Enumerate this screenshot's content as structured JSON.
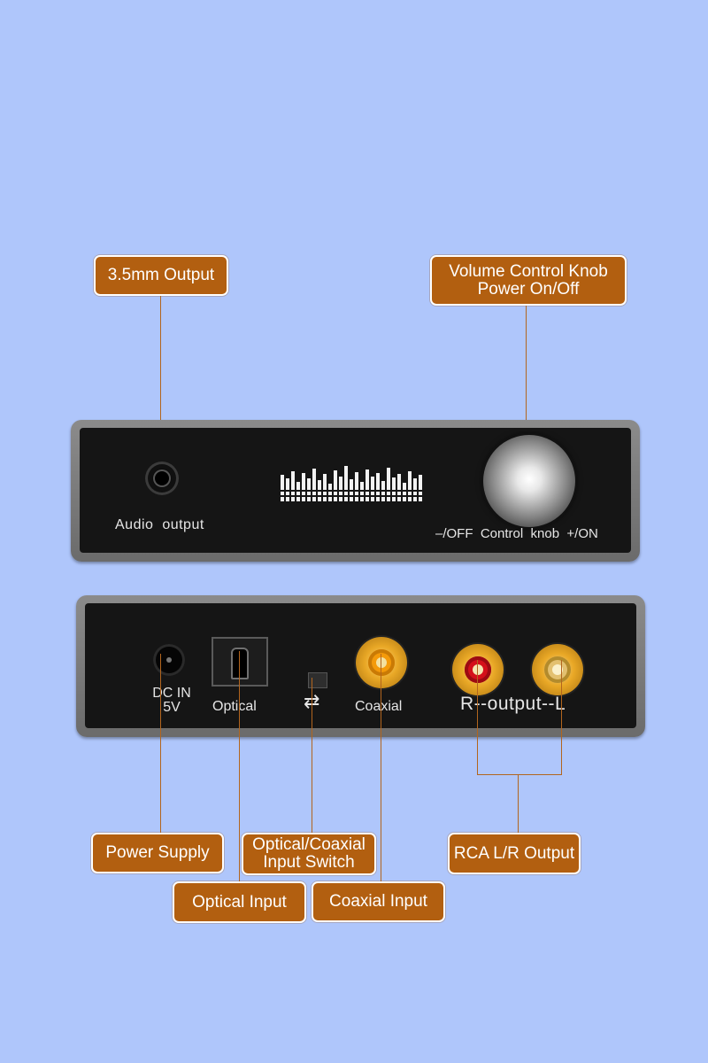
{
  "callouts": {
    "output_35mm": "3.5mm Output",
    "volume_knob": "Volume Control Knob\nPower On/Off",
    "power_supply": "Power Supply",
    "switch": "Optical/Coaxial\nInput  Switch",
    "rca_output": "RCA L/R Output",
    "optical_input": "Optical Input",
    "coaxial_input": "Coaxial Input"
  },
  "front_panel": {
    "audio_output_label": "Audio  output",
    "knob_label": "–/OFF  Control  knob  +/ON",
    "logo_icon": "equalizer-bars-logo"
  },
  "rear_panel": {
    "dc_in_label": "DC IN\n5V",
    "optical_label": "Optical",
    "switch_symbol": "⇄",
    "coaxial_label": "Coaxial",
    "rca_label": "R--output--L"
  },
  "colors": {
    "background": "#afc6fb",
    "callout_fill": "#b25f10",
    "leader_line": "#b2651e",
    "panel_face": "#151515",
    "rca_right": "#d4101a",
    "rca_gold": "#e9a826"
  }
}
